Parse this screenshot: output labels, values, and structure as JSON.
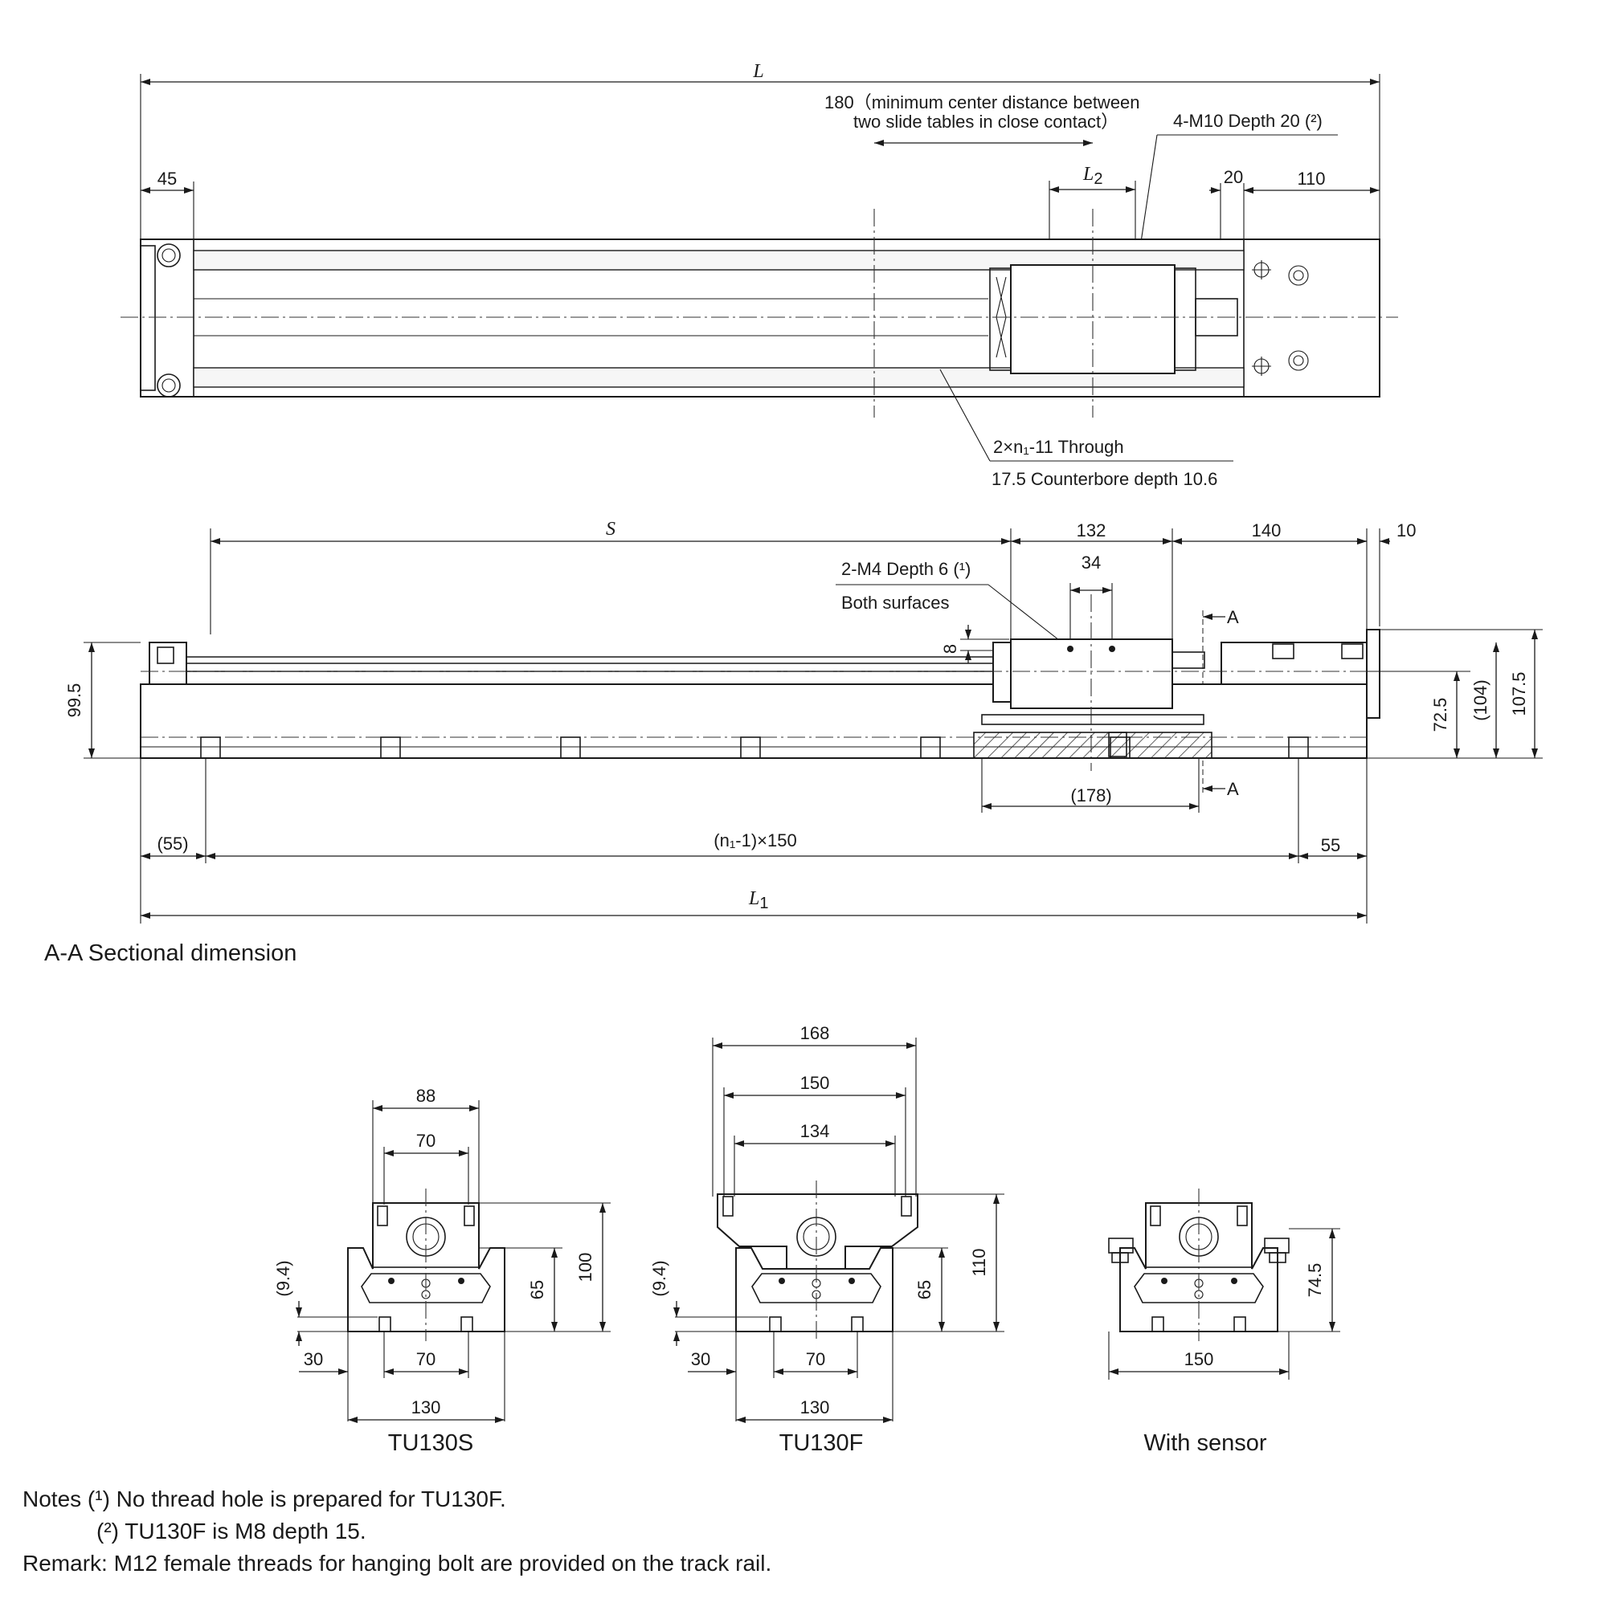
{
  "dims": {
    "L": "L",
    "L1": "L",
    "L1_sub": "1",
    "L2": "L",
    "L2_sub": "2",
    "S": "S",
    "d45": "45",
    "d20": "20",
    "d110": "110",
    "d180": "180（minimum center distance between",
    "d180_line2": "two slide tables in close contact）",
    "m10_note": "4-M10 Depth 20 (²)",
    "thru_note": "2×n₁-11 Through",
    "cbore_note": "17.5 Counterbore depth 10.6",
    "d132": "132",
    "d140": "140",
    "d10": "10",
    "d34": "34",
    "m4_note": "2-M4 Depth 6 (¹)",
    "both_surfaces": "Both surfaces",
    "d8": "8",
    "d99_5": "99.5",
    "d72_5": "72.5",
    "d104": "(104)",
    "d107_5": "107.5",
    "d178": "(178)",
    "d55_paren": "(55)",
    "pitch": "(n₁-1)×150",
    "d55": "55",
    "sec_A": "A"
  },
  "section_title": "A-A Sectional dimension",
  "views": {
    "s": {
      "label": "TU130S",
      "w88": "88",
      "w70a": "70",
      "w30": "30",
      "w70b": "70",
      "w130": "130",
      "h9_4": "(9.4)",
      "h65": "65",
      "h100": "100"
    },
    "f": {
      "label": "TU130F",
      "w168": "168",
      "w150": "150",
      "w134": "134",
      "w30": "30",
      "w70": "70",
      "w130": "130",
      "h9_4": "(9.4)",
      "h65": "65",
      "h110": "110"
    },
    "sensor": {
      "label": "With sensor",
      "w150": "150",
      "h74_5": "74.5"
    }
  },
  "notes": {
    "line1": "Notes (¹) No thread hole is prepared for TU130F.",
    "line2": "(²) TU130F is M8 depth 15.",
    "line3": "Remark: M12 female threads for hanging bolt are provided on the track rail."
  }
}
